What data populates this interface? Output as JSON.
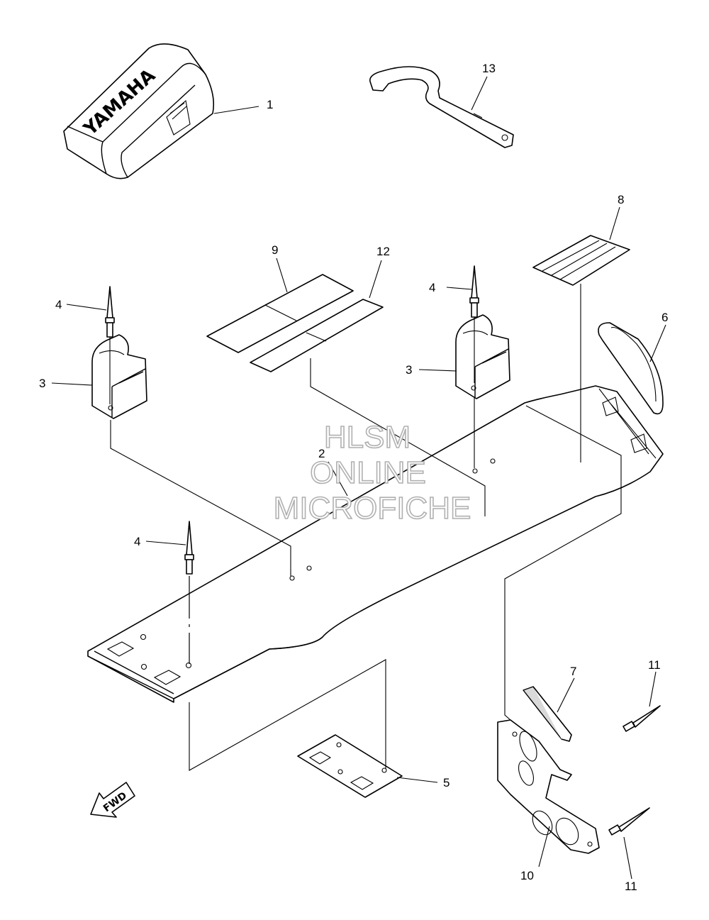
{
  "callouts": {
    "p1": "1",
    "p2": "2",
    "p3a": "3",
    "p3b": "3",
    "p4a": "4",
    "p4b": "4",
    "p4c": "4",
    "p5": "5",
    "p6": "6",
    "p7": "7",
    "p8": "8",
    "p9": "9",
    "p10": "10",
    "p11a": "11",
    "p11b": "11",
    "p12": "12",
    "p13": "13"
  },
  "cover_logo": "YAMAHA",
  "direction_arrow": "FWD",
  "watermark": {
    "line1": "HLSM",
    "line2": "ONLINE",
    "line3": "MICROFICHE"
  }
}
